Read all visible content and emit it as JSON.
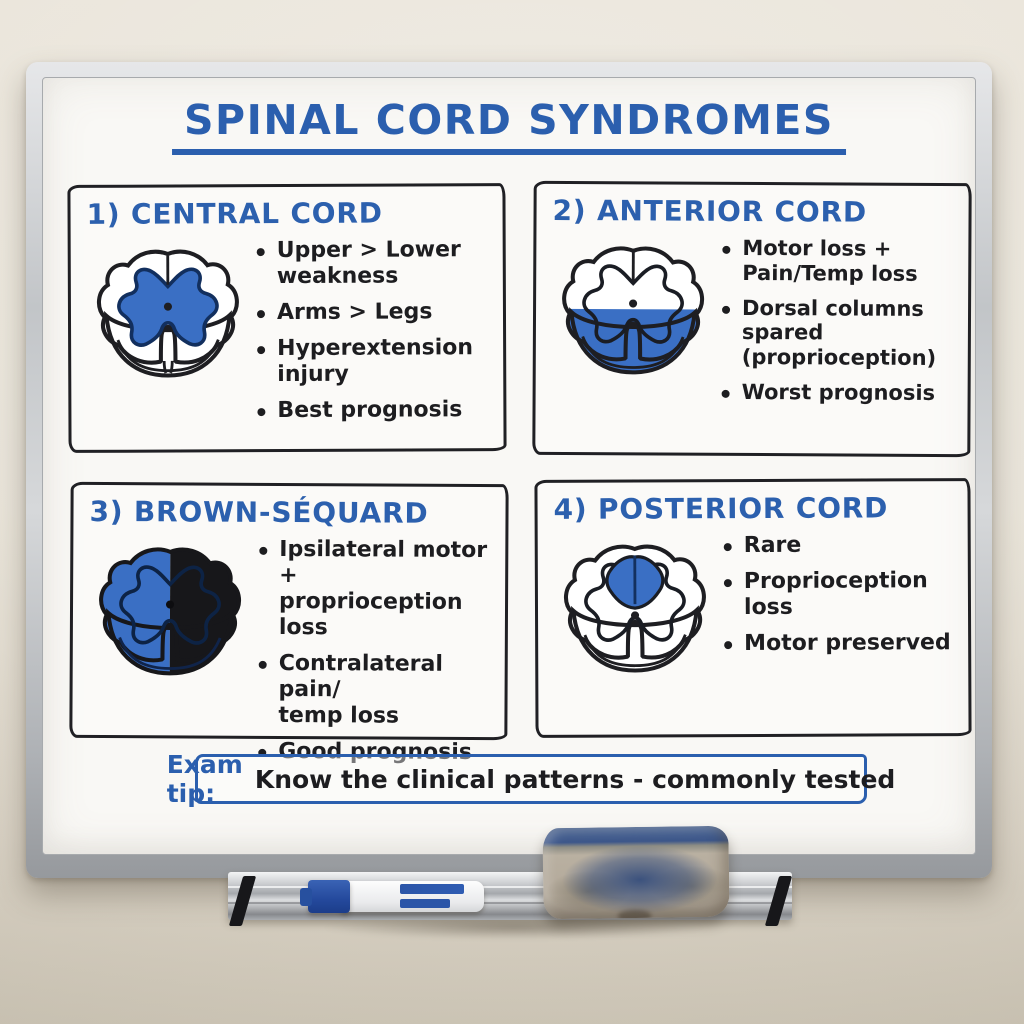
{
  "title": "SPINAL CORD SYNDROMES",
  "sections": [
    {
      "heading": "1) CENTRAL CORD",
      "diagram": "central-cord-cross-section",
      "bullets": [
        "Upper > Lower\nweakness",
        "Arms > Legs",
        "Hyperextension\ninjury",
        "Best prognosis"
      ]
    },
    {
      "heading": "2) ANTERIOR CORD",
      "diagram": "anterior-cord-cross-section",
      "bullets": [
        "Motor loss +\nPain/Temp loss",
        "Dorsal columns\nspared (proprioception)",
        "Worst prognosis"
      ]
    },
    {
      "heading": "3) BROWN-SÉQUARD",
      "diagram": "brown-sequard-cross-section",
      "bullets": [
        "Ipsilateral motor +\nproprioception loss",
        "Contralateral pain/\ntemp loss",
        "Good prognosis"
      ]
    },
    {
      "heading": "4) POSTERIOR CORD",
      "diagram": "posterior-cord-cross-section",
      "bullets": [
        "Rare",
        "Proprioception loss",
        "Motor preserved"
      ]
    }
  ],
  "exam_tip": {
    "label": "Exam tip:",
    "text": "Know the clinical patterns - commonly tested"
  },
  "colors": {
    "marker_blue": "#2b5fae",
    "ink_black": "#1d1d20",
    "diagram_fill_blue": "#3a6fc4",
    "diagram_fill_black": "#17171a",
    "board_white": "#f9f8f5",
    "wall_beige": "#e8e3d8",
    "frame_silver": "#c2c5c8",
    "eraser_felt": "#b3a99a",
    "eraser_stain_blue": "#264278"
  },
  "tray_items": {
    "marker": "blue dry-erase marker",
    "eraser": "whiteboard eraser"
  }
}
